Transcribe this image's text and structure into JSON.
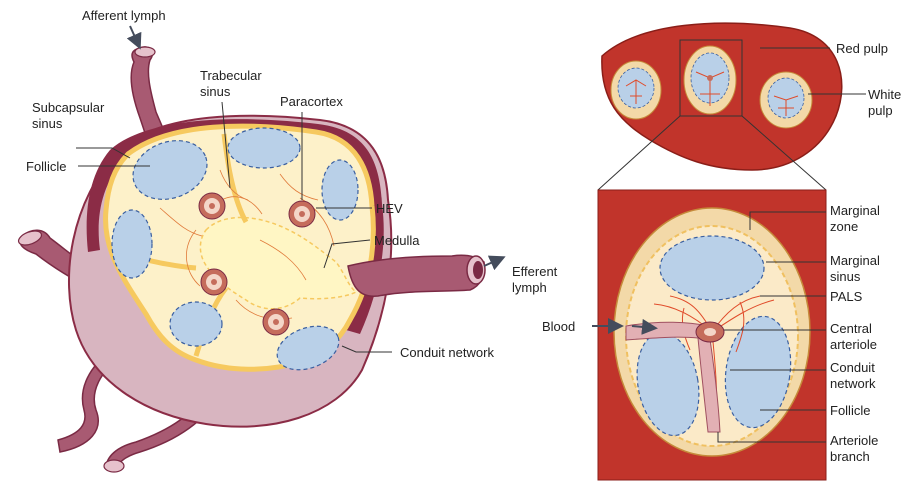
{
  "lymph_node": {
    "labels": {
      "afferent": "Afferent lymph",
      "trabecular_1": "Trabecular",
      "trabecular_2": "sinus",
      "subcapsular_1": "Subcapsular",
      "subcapsular_2": "sinus",
      "paracortex": "Paracortex",
      "follicle": "Follicle",
      "hev": "HEV",
      "medulla": "Medulla",
      "efferent_1": "Efferent",
      "efferent_2": "lymph",
      "conduit": "Conduit network"
    }
  },
  "spleen": {
    "labels": {
      "red_pulp": "Red pulp",
      "white_pulp_1": "White",
      "white_pulp_2": "pulp",
      "marginal_zone_1": "Marginal",
      "marginal_zone_2": "zone",
      "marginal_sinus_1": "Marginal",
      "marginal_sinus_2": "sinus",
      "pals": "PALS",
      "blood": "Blood",
      "central_arteriole_1": "Central",
      "central_arteriole_2": "arteriole",
      "conduit_1": "Conduit",
      "conduit_2": "network",
      "follicle": "Follicle",
      "arteriole_branch_1": "Arteriole",
      "arteriole_branch_2": "branch"
    }
  },
  "colors": {
    "capsule": "#8b2c46",
    "vessel": "#a85a72",
    "node_light": "#d8b5c0",
    "cortex": "#fdf1c9",
    "sinus": "#f6c95f",
    "follicle": "#b9d0e8",
    "red_pulp": "#c1342b",
    "conduit": "#e04b2a"
  }
}
